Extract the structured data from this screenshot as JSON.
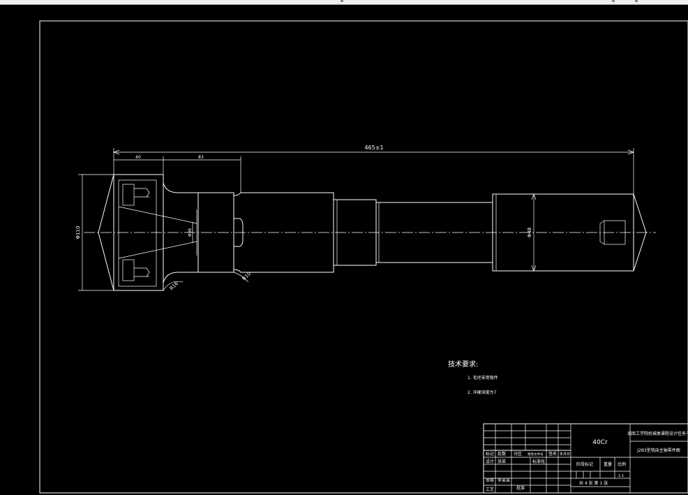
{
  "dimensions": {
    "overall_length": "465±1",
    "flange_length": "40",
    "neck_length": "83",
    "flange_diameter": "Φ110",
    "bore_diameter": "Φ36",
    "shaft_diameter": "Φ48",
    "chamfer_left": "R16",
    "chamfer_right": "R10"
  },
  "notes": {
    "heading": "技术要求:",
    "items": [
      "1. 毛坯采用锻件",
      "2. 淬硬深度为7"
    ]
  },
  "title_block": {
    "material": "40Cr",
    "organization": "湖南工学院机械类课程设计任务书",
    "drawing_title": "J2B3型铣床主轴零件图",
    "row_labels": [
      "标记",
      "处数",
      "分区",
      "更改文件号",
      "签名",
      "年月日"
    ],
    "design_row": [
      "设计",
      "张某",
      "标准化"
    ],
    "stage_marks_label": "阶段标记",
    "weight_label": "重量",
    "scale_label": "比例",
    "scale_value": "1:1",
    "review_label": "审核",
    "review_name": "李某某",
    "craft_label": "工艺",
    "approve_label": "批准",
    "sheets": "共 4 张  第 1 张"
  },
  "colors": {
    "background": "#000000",
    "lines": "#ffffff"
  }
}
